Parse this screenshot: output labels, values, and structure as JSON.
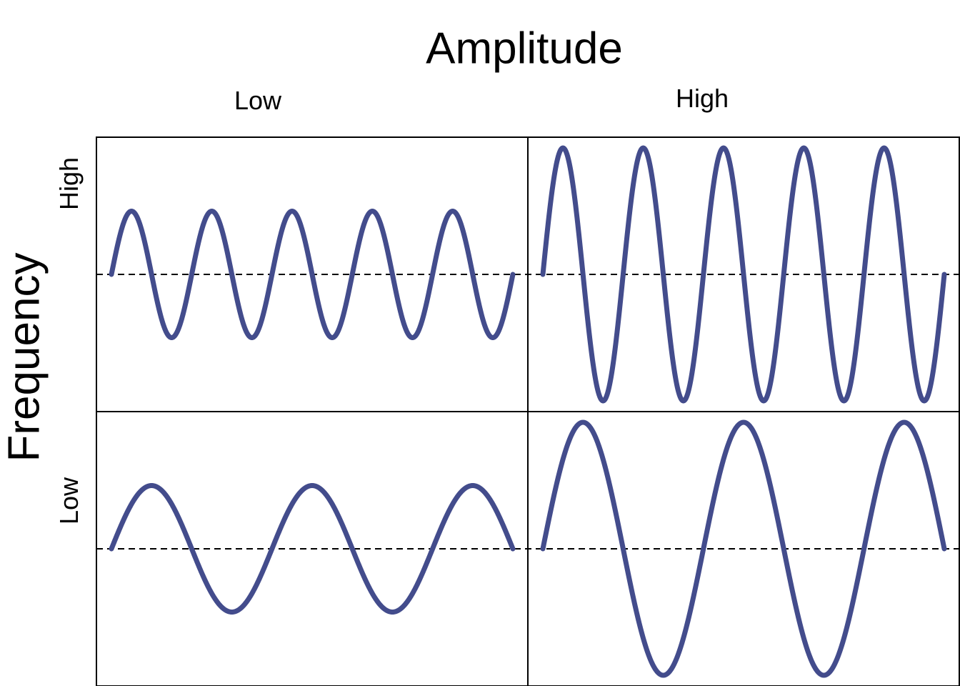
{
  "diagram": {
    "column_title": "Amplitude",
    "row_title": "Frequency",
    "column_labels": [
      "Low",
      "High"
    ],
    "row_labels": [
      "High",
      "Low"
    ],
    "wave_color": "#434c8c",
    "panels": [
      {
        "frequency": "High",
        "amplitude": "Low",
        "cycles": 5,
        "relative_amplitude": 0.5
      },
      {
        "frequency": "High",
        "amplitude": "High",
        "cycles": 5,
        "relative_amplitude": 1.0
      },
      {
        "frequency": "Low",
        "amplitude": "Low",
        "cycles": 2.5,
        "relative_amplitude": 0.5
      },
      {
        "frequency": "Low",
        "amplitude": "High",
        "cycles": 2.5,
        "relative_amplitude": 1.0
      }
    ]
  }
}
